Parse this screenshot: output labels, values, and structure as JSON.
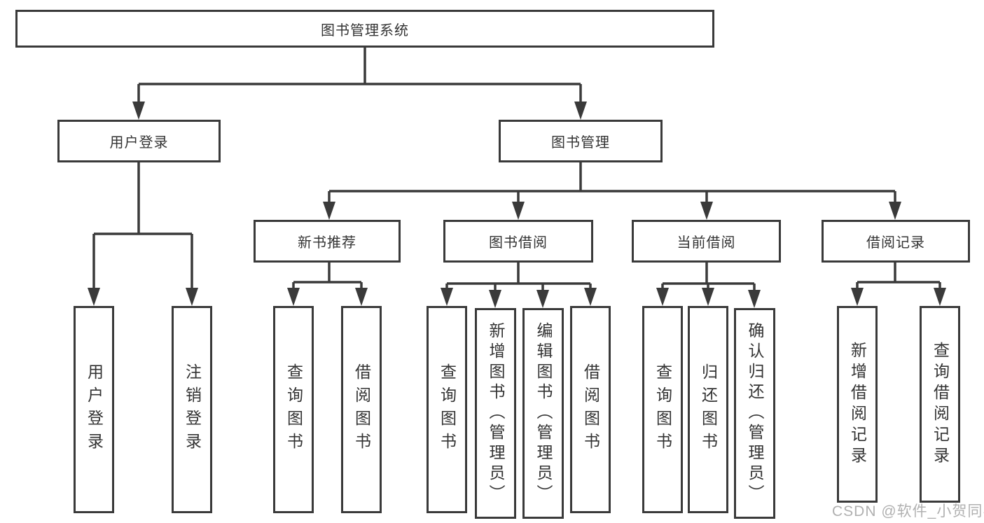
{
  "colors": {
    "line": "#3a3a3a",
    "text": "#333333",
    "box_background": "#ffffff",
    "watermark_color": "#b0b0b0"
  },
  "watermark": {
    "text": "CSDN @软件_小贺同学"
  },
  "tree": {
    "root": {
      "label": "图书管理系统",
      "children": [
        {
          "label": "用户登录",
          "children": [
            {
              "label": "用户登录"
            },
            {
              "label": "注销登录"
            }
          ]
        },
        {
          "label": "图书管理",
          "children": [
            {
              "label": "新书推荐",
              "children": [
                {
                  "label": "查询图书"
                },
                {
                  "label": "借阅图书"
                }
              ]
            },
            {
              "label": "图书借阅",
              "children": [
                {
                  "label": "查询图书"
                },
                {
                  "label": "新增图书（管理员）"
                },
                {
                  "label": "编辑图书（管理员）"
                },
                {
                  "label": "借阅图书"
                }
              ]
            },
            {
              "label": "当前借阅",
              "children": [
                {
                  "label": "查询图书"
                },
                {
                  "label": "归还图书"
                },
                {
                  "label": "确认归还（管理员）"
                }
              ]
            },
            {
              "label": "借阅记录",
              "children": [
                {
                  "label": "新增借阅记录"
                },
                {
                  "label": "查询借阅记录"
                }
              ]
            }
          ]
        }
      ]
    }
  }
}
